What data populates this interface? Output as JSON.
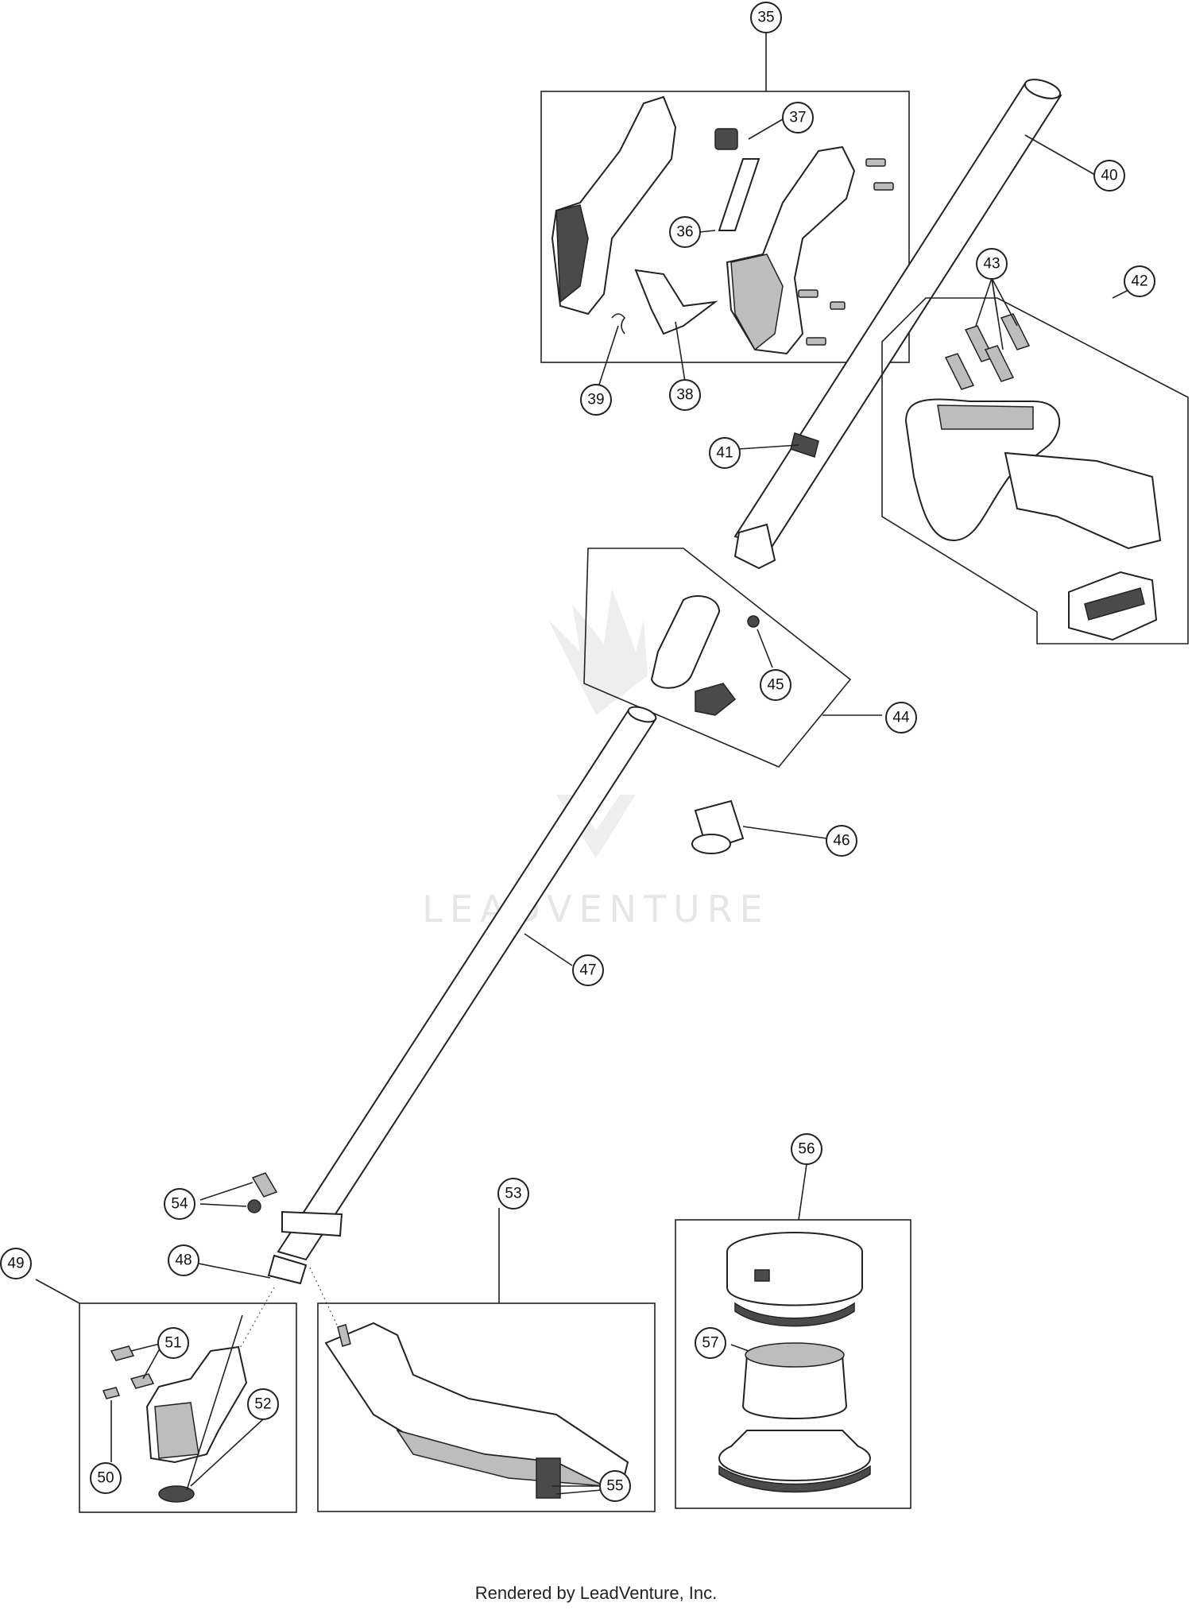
{
  "watermark": {
    "text": "LEADVENTURE"
  },
  "footer": {
    "text": "Rendered by LeadVenture, Inc."
  },
  "callouts": {
    "c35": "35",
    "c36": "36",
    "c37": "37",
    "c38": "38",
    "c39": "39",
    "c40": "40",
    "c41": "41",
    "c42": "42",
    "c43": "43",
    "c44": "44",
    "c45": "45",
    "c46": "46",
    "c47": "47",
    "c48": "48",
    "c49": "49",
    "c50": "50",
    "c51": "51",
    "c52": "52",
    "c53": "53",
    "c54": "54",
    "c55": "55",
    "c56": "56",
    "c57": "57"
  }
}
